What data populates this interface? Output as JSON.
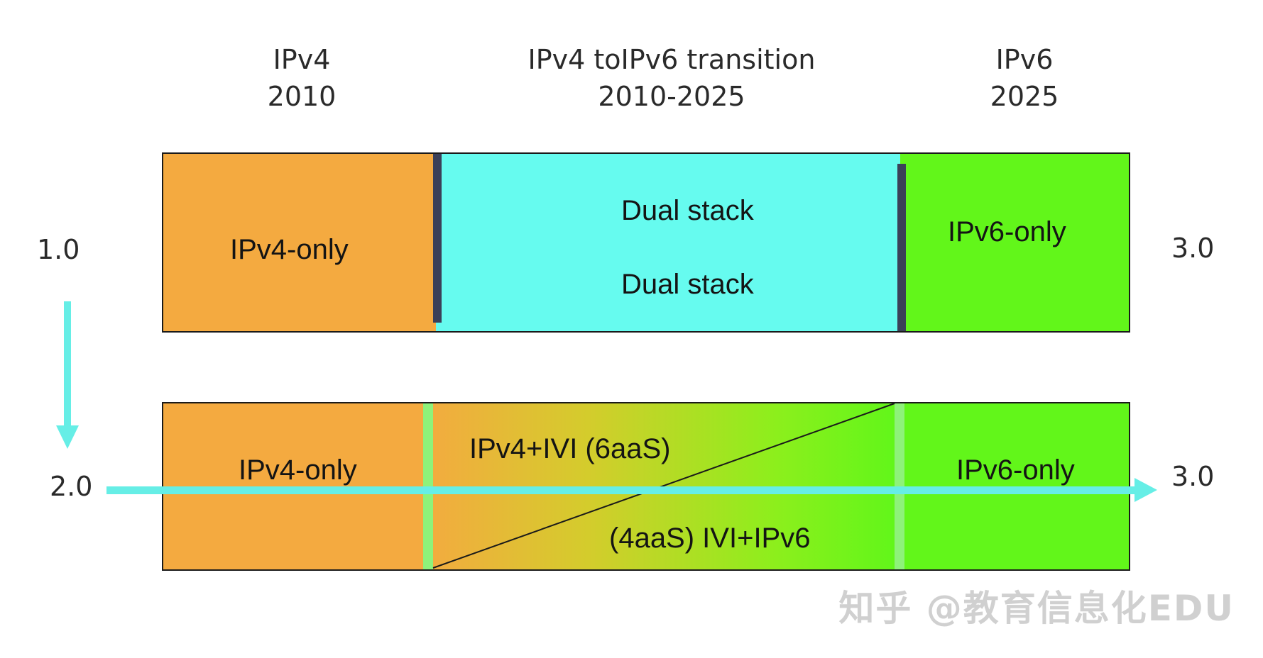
{
  "headers": {
    "left": {
      "title": "IPv4",
      "year": "2010"
    },
    "middle": {
      "title": "IPv4 toIPv6 transition",
      "year": "2010-2025"
    },
    "right": {
      "title": "IPv6",
      "year": "2025"
    }
  },
  "versions": {
    "row1_start": "1.0",
    "row1_end": "3.0",
    "row2_start": "2.0",
    "row2_end": "3.0"
  },
  "row1": {
    "left_label": "IPv4-only",
    "middle_top_label": "Dual stack",
    "middle_bottom_label": "Dual stack",
    "right_label": "IPv6-only"
  },
  "row2": {
    "left_label": "IPv4-only",
    "middle_top_label": "IPv4+IVI  (6aaS)",
    "middle_bottom_label": "(4aaS) IVI+IPv6",
    "right_label": "IPv6-only"
  },
  "colors": {
    "ipv4": "#f4aa40",
    "dual_stack": "#66fbef",
    "ipv6": "#62f61a",
    "divider_dark": "#3b4058",
    "divider_light": "#8ef27a",
    "arrow": "#66eee6"
  },
  "watermark": "知乎 @教育信息化EDU"
}
